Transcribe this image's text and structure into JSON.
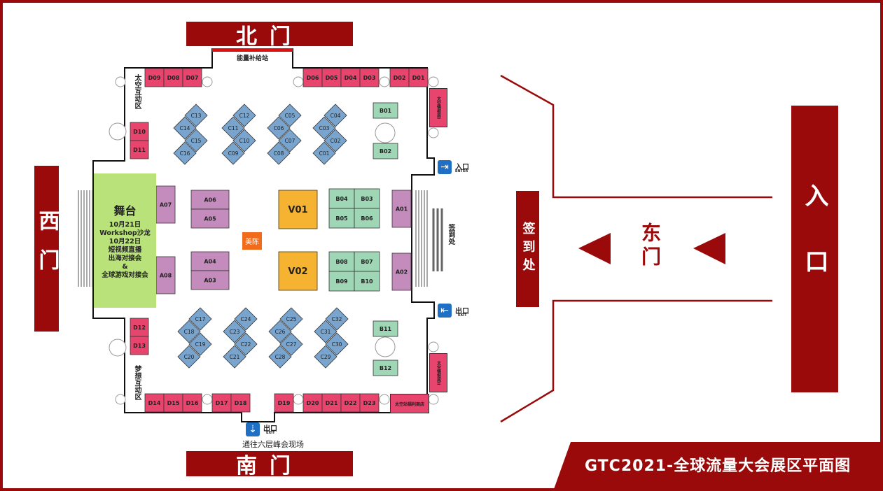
{
  "colors": {
    "brand_red": "#9b0a0a",
    "pink": "#e8456e",
    "purple": "#c48bbd",
    "blue": "#78a4cd",
    "green": "#9fd6b6",
    "orange": "#f5b331",
    "lime": "#b9e27a",
    "exit_blue": "#1f6fc4",
    "mei_orange": "#f26b1a"
  },
  "gates": {
    "north": "北门",
    "south": "南门",
    "west": "西门",
    "east": "东门"
  },
  "entrance_big": "入口",
  "checkin_outside": "签到处",
  "footer_title": "GTC2021-全球流量大会展区平面图",
  "energy_station": "能量补给站",
  "space_zone_top": "太空互动区",
  "dream_zone_bottom": "梦想互动区",
  "space_intel_1": "太空情报局I",
  "space_intel_2": "太空情报局II",
  "space_shop": "太空站福利商店",
  "checkin_inside": "签到处",
  "mei_chen": "美陈",
  "stage": {
    "title": "舞台",
    "lines": [
      "10月21日",
      "Workshop沙龙",
      "10月22日",
      "短视频直播",
      "出海对接会",
      "&",
      "全球游戏对接会"
    ]
  },
  "doors": {
    "enter_cn": "入口",
    "enter_en": "ENTER",
    "exit_cn": "出口",
    "exit_en": "EXIT",
    "south_exit_cn": "出口",
    "south_exit_en": "EXIT",
    "south_exit_note": "通往六层峰会现场"
  },
  "booths_d_top_left": [
    "D09",
    "D08",
    "D07"
  ],
  "booths_d_top_right": [
    "D06",
    "D05",
    "D04",
    "D03"
  ],
  "booths_d_top_far": [
    "D02",
    "D01"
  ],
  "booths_d_left_top": [
    "D10",
    "D11"
  ],
  "booths_d_left_bottom": [
    "D12",
    "D13"
  ],
  "booths_d_bottom_a": [
    "D14",
    "D15",
    "D16"
  ],
  "booths_d_bottom_b": [
    "D17",
    "D18"
  ],
  "booths_d_bottom_c": [
    "D19"
  ],
  "booths_d_bottom_d": [
    "D20",
    "D21",
    "D22",
    "D23"
  ],
  "booths_a": [
    "A07",
    "A08",
    "A06",
    "A05",
    "A04",
    "A03",
    "A01",
    "A02"
  ],
  "booths_v": [
    "V01",
    "V02"
  ],
  "booths_b": [
    "B01",
    "B02",
    "B04",
    "B03",
    "B05",
    "B06",
    "B08",
    "B07",
    "B09",
    "B10",
    "B11",
    "B12"
  ],
  "clusters_top": [
    [
      "C13",
      "C14",
      "C15",
      "C16"
    ],
    [
      "C12",
      "C11",
      "C10",
      "C09"
    ],
    [
      "C05",
      "C06",
      "C07",
      "C08"
    ],
    [
      "C04",
      "C03",
      "C02",
      "C01"
    ]
  ],
  "clusters_bottom": [
    [
      "C17",
      "C18",
      "C19",
      "C20"
    ],
    [
      "C24",
      "C23",
      "C22",
      "C21"
    ],
    [
      "C25",
      "C26",
      "C27",
      "C28"
    ],
    [
      "C32",
      "C31",
      "C30",
      "C29"
    ]
  ]
}
